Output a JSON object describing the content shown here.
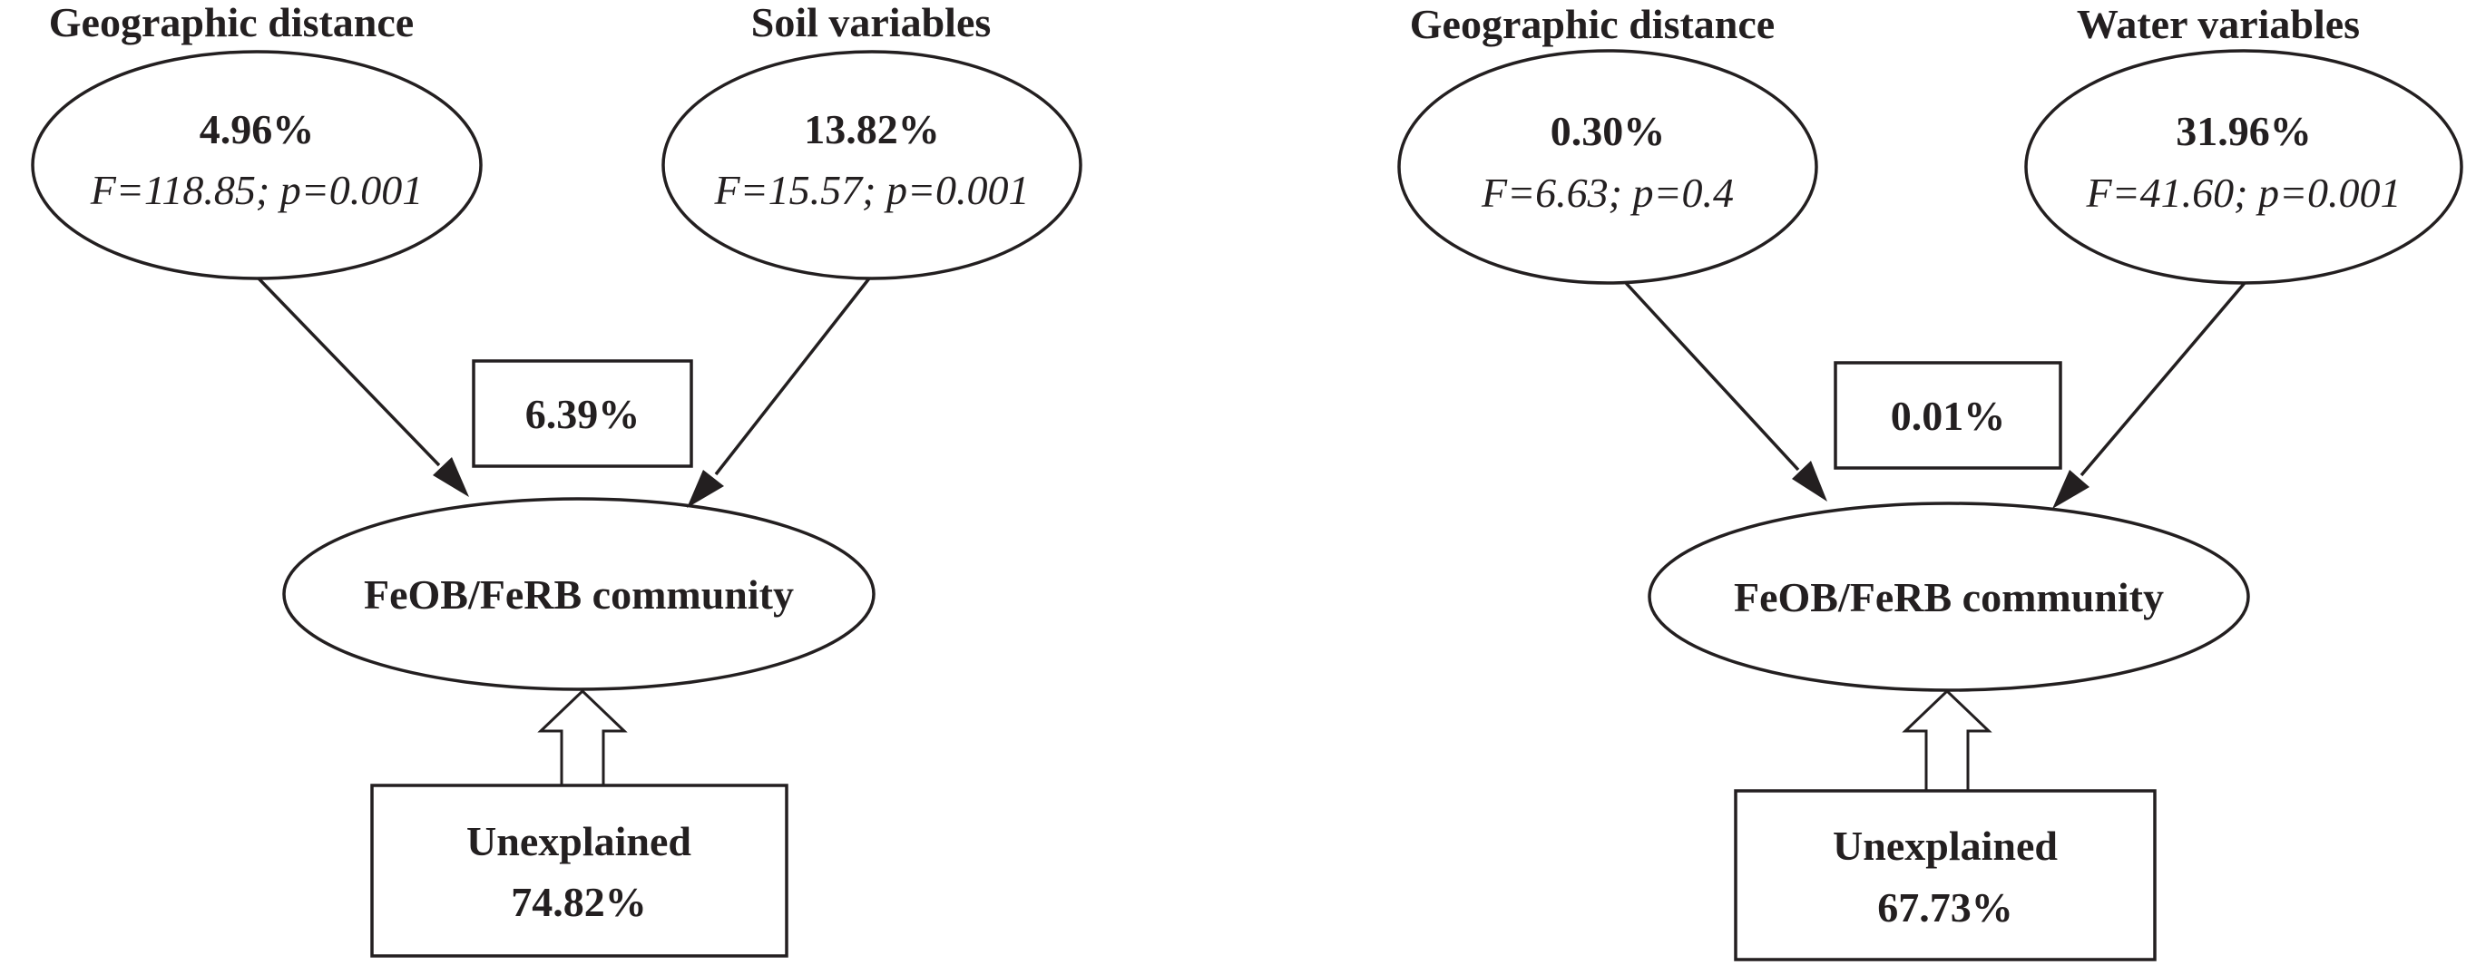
{
  "panels": [
    {
      "left_label": "Geographic distance",
      "right_label": "Soil variables",
      "left_pct": "4.96%",
      "left_stats": "F=118.85; p=0.001",
      "right_pct": "13.82%",
      "right_stats": "F=15.57; p=0.001",
      "shared_pct": "6.39%",
      "community_label": "FeOB/FeRB community",
      "unexplained_label": "Unexplained",
      "unexplained_pct": "74.82%"
    },
    {
      "left_label": "Geographic distance",
      "right_label": "Water variables",
      "left_pct": "0.30%",
      "left_stats": "F=6.63; p=0.4",
      "right_pct": "31.96%",
      "right_stats": "F=41.60; p=0.001",
      "shared_pct": "0.01%",
      "community_label": "FeOB/FeRB community",
      "unexplained_label": "Unexplained",
      "unexplained_pct": "67.73%"
    }
  ],
  "colors": {
    "ink": "#231f20",
    "background": "#ffffff"
  }
}
